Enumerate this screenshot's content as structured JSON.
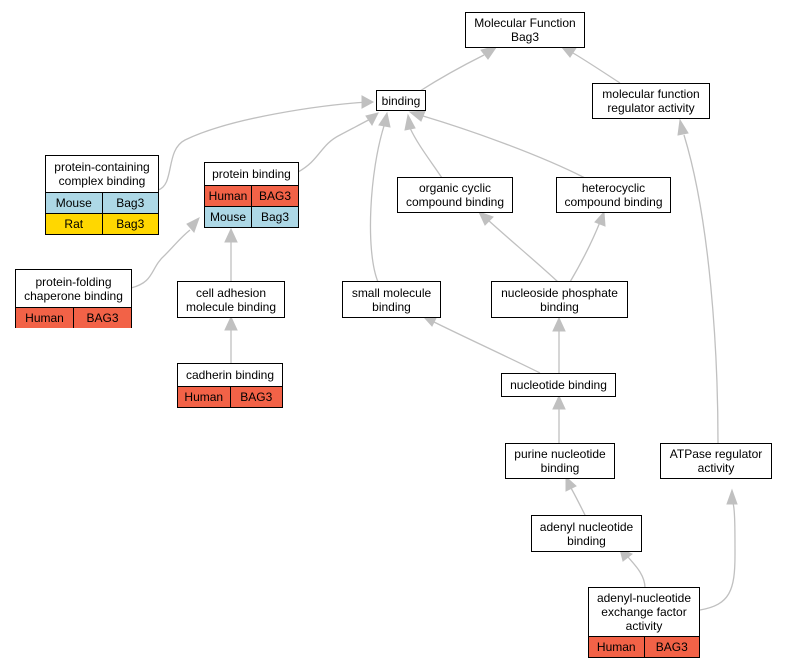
{
  "nodes": {
    "mf": {
      "lines": [
        "Molecular Function",
        "Bag3"
      ]
    },
    "binding": {
      "lines": [
        "binding"
      ]
    },
    "mfra": {
      "lines": [
        "molecular function",
        "regulator activity"
      ]
    },
    "pcb": {
      "lines": [
        "protein-containing",
        "complex binding"
      ],
      "rows": [
        {
          "species": "Mouse",
          "gene": "Bag3"
        },
        {
          "species": "Rat",
          "gene": "Bag3"
        }
      ]
    },
    "pb": {
      "lines": [
        "protein binding"
      ],
      "rows": [
        {
          "species": "Human",
          "gene": "BAG3"
        },
        {
          "species": "Mouse",
          "gene": "Bag3"
        }
      ]
    },
    "occb": {
      "lines": [
        "organic cyclic",
        "compound binding"
      ]
    },
    "hcb": {
      "lines": [
        "heterocyclic",
        "compound binding"
      ]
    },
    "pfcb": {
      "lines": [
        "protein-folding",
        "chaperone binding"
      ],
      "rows": [
        {
          "species": "Human",
          "gene": "BAG3"
        }
      ]
    },
    "camb": {
      "lines": [
        "cell adhesion",
        "molecule binding"
      ]
    },
    "smb": {
      "lines": [
        "small molecule",
        "binding"
      ]
    },
    "npb": {
      "lines": [
        "nucleoside phosphate",
        "binding"
      ]
    },
    "cb": {
      "lines": [
        "cadherin binding"
      ],
      "rows": [
        {
          "species": "Human",
          "gene": "BAG3"
        }
      ]
    },
    "nb": {
      "lines": [
        "nucleotide binding"
      ]
    },
    "pnb": {
      "lines": [
        "purine nucleotide",
        "binding"
      ]
    },
    "atpra": {
      "lines": [
        "ATPase regulator",
        "activity"
      ]
    },
    "anb": {
      "lines": [
        "adenyl nucleotide",
        "binding"
      ]
    },
    "anefa": {
      "lines": [
        "adenyl-nucleotide",
        "exchange factor",
        "activity"
      ],
      "rows": [
        {
          "species": "Human",
          "gene": "BAG3"
        }
      ]
    }
  },
  "species_colors": {
    "Human": "#f26247",
    "Mouse": "#add8e6",
    "Rat": "#ffd700"
  },
  "edge_color": "#c0c0c0"
}
